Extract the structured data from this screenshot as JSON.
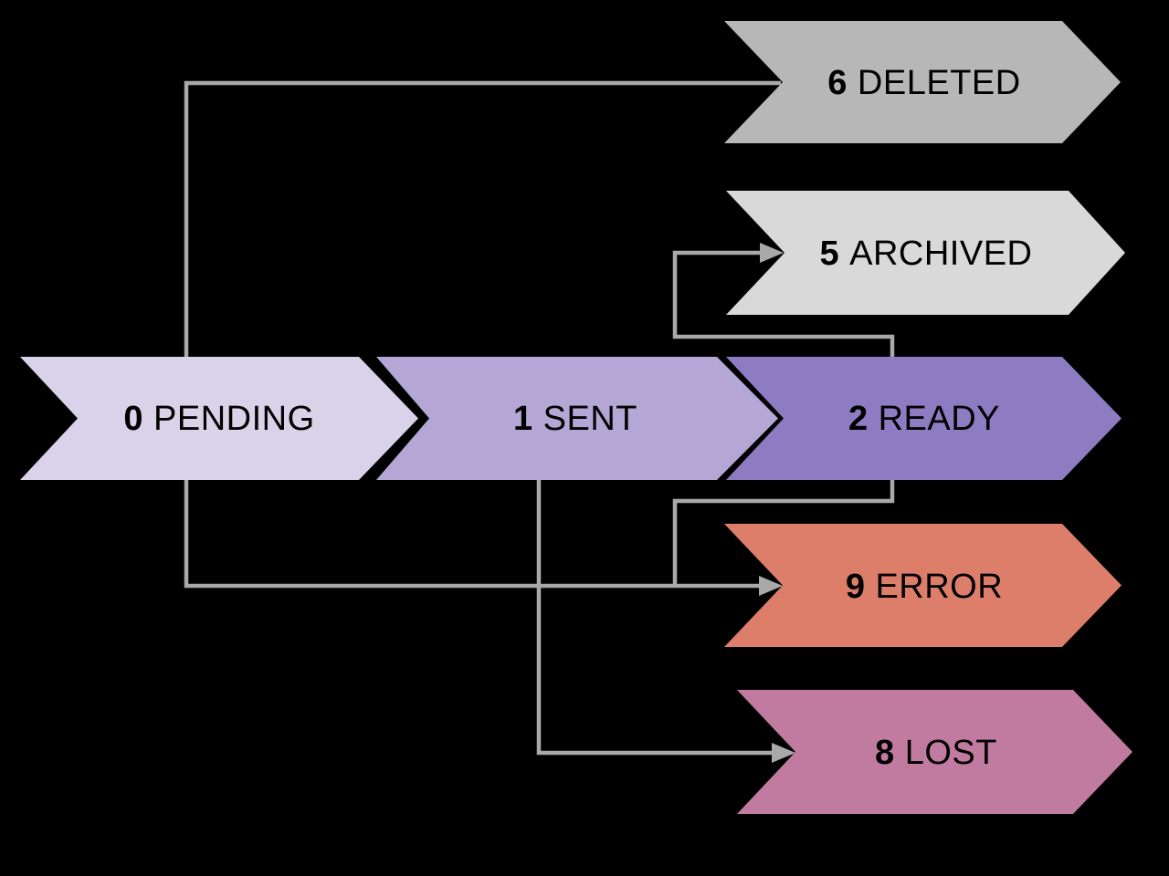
{
  "diagram": {
    "background_color": "#000000",
    "connector_color": "#a9a9a9",
    "text_color": "#000000",
    "states": [
      {
        "code": "0",
        "label": "PENDING",
        "color": "#d9d2e9"
      },
      {
        "code": "1",
        "label": "SENT",
        "color": "#b4a7d6"
      },
      {
        "code": "2",
        "label": "READY",
        "color": "#8e7cc3"
      },
      {
        "code": "6",
        "label": "DELETED",
        "color": "#b7b7b7"
      },
      {
        "code": "5",
        "label": "ARCHIVED",
        "color": "#d9d9d9"
      },
      {
        "code": "9",
        "label": "ERROR",
        "color": "#dd7e6b"
      },
      {
        "code": "8",
        "label": "LOST",
        "color": "#c27ba0"
      }
    ],
    "transitions": [
      {
        "from": "0 PENDING",
        "to": "6 DELETED",
        "arrowhead": false
      },
      {
        "from": "2 READY",
        "to": "5 ARCHIVED",
        "arrowhead": true
      },
      {
        "from": "2 READY",
        "to": "9 ERROR",
        "arrowhead": true
      },
      {
        "from": "0 PENDING",
        "to": "9 ERROR",
        "arrowhead": true
      },
      {
        "from": "1 SENT",
        "to": "8 LOST",
        "arrowhead": true
      }
    ]
  }
}
